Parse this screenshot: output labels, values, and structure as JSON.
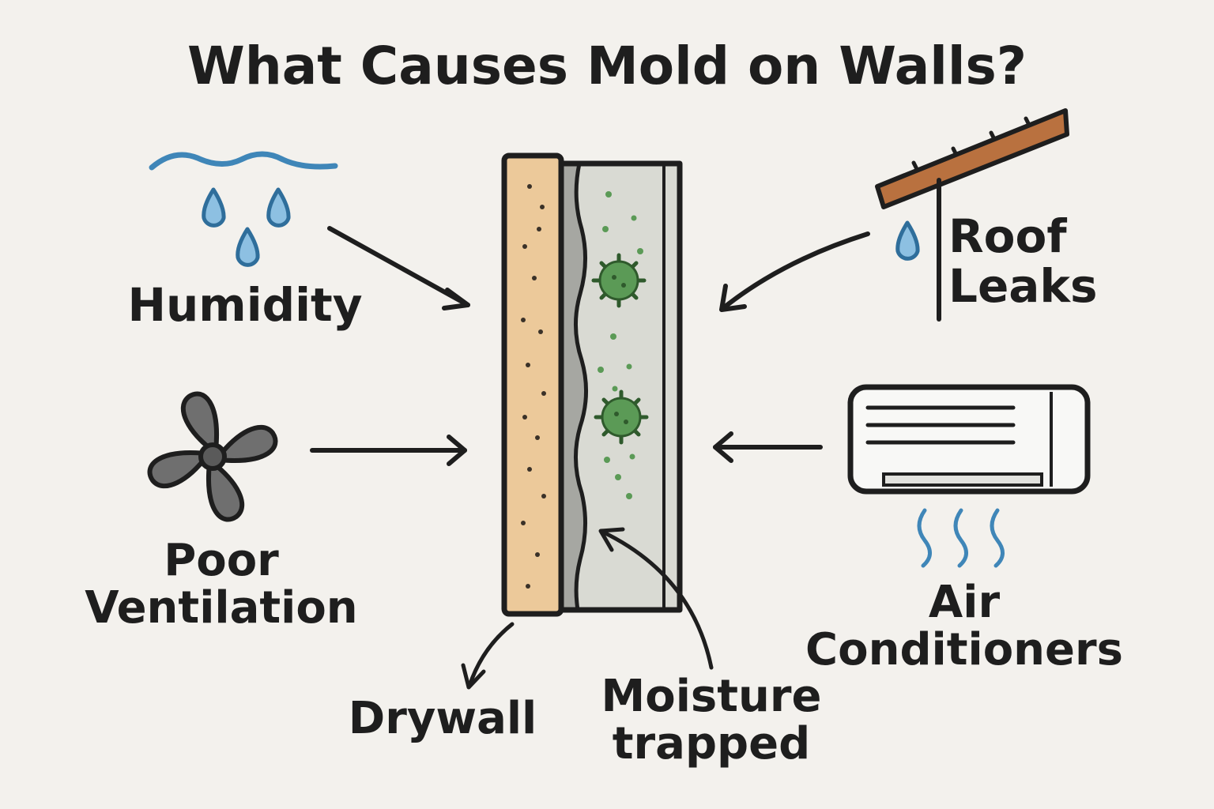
{
  "title": "What Causes Mold on Walls?",
  "causes": {
    "humidity": {
      "label": "Humidity",
      "icon": "water-drops-icon"
    },
    "ventilation": {
      "line1": "Poor",
      "line2": "Ventilation",
      "icon": "fan-icon"
    },
    "roof": {
      "line1": "Roof",
      "line2": "Leaks",
      "icon": "roof-leak-icon"
    },
    "ac": {
      "line1": "Air",
      "line2": "Conditioners",
      "icon": "air-conditioner-icon"
    }
  },
  "wall": {
    "drywall_label": "Drywall",
    "moisture_line1": "Moisture",
    "moisture_line2": "trapped"
  },
  "colors": {
    "background": "#f3f1ed",
    "ink": "#1e1e1e",
    "water": "#3f86b8",
    "drywall": "#ecc99a",
    "wall_interior": "#d9dad3",
    "mold": "#5b9a56",
    "roof": "#b9713f",
    "fan": "#6f6f6f"
  }
}
